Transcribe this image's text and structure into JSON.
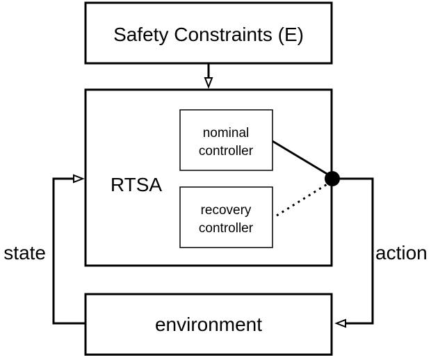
{
  "diagram": {
    "safety_box": {
      "label": "Safety Constraints (E)"
    },
    "rtsa_box": {
      "label": "RTSA"
    },
    "nominal_controller": {
      "line1": "nominal",
      "line2": "controller"
    },
    "recovery_controller": {
      "line1": "recovery",
      "line2": "controller"
    },
    "environment_box": {
      "label": "environment"
    },
    "state_label": "state",
    "action_label": "action"
  },
  "colors": {
    "stroke": "#000000",
    "background": "#ffffff"
  }
}
